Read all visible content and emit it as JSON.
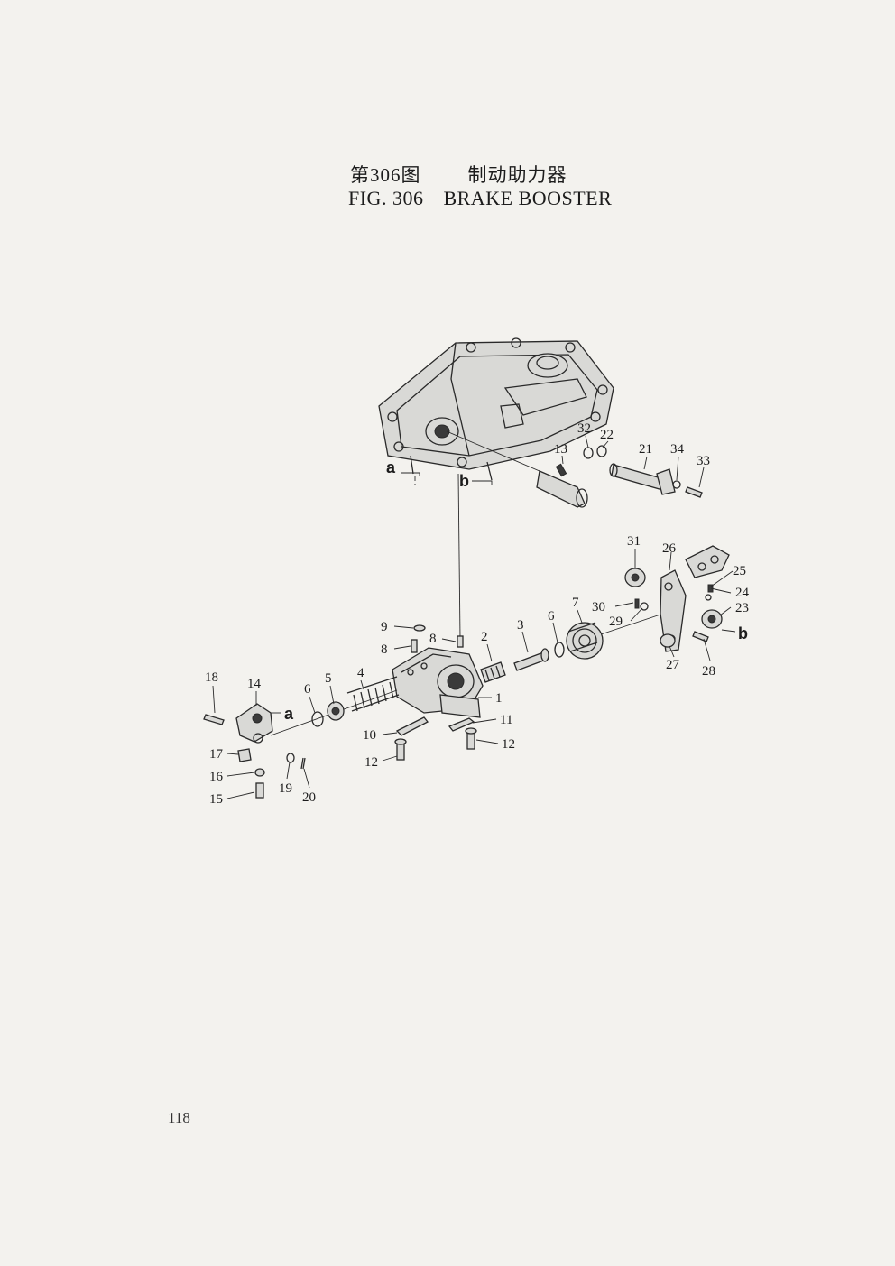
{
  "title": {
    "cn_fig": "第306图",
    "cn_name": "制动助力器",
    "en_fig": "FIG. 306",
    "en_name": "BRAKE BOOSTER"
  },
  "page_number": "118",
  "reference_letters": [
    "a",
    "b",
    "a",
    "b"
  ],
  "callouts": [
    "1",
    "2",
    "3",
    "4",
    "5",
    "6",
    "6",
    "7",
    "8",
    "8",
    "9",
    "10",
    "11",
    "12",
    "12",
    "13",
    "14",
    "15",
    "16",
    "17",
    "18",
    "19",
    "20",
    "21",
    "22",
    "23",
    "24",
    "25",
    "26",
    "27",
    "28",
    "29",
    "30",
    "31",
    "32",
    "33",
    "34"
  ]
}
